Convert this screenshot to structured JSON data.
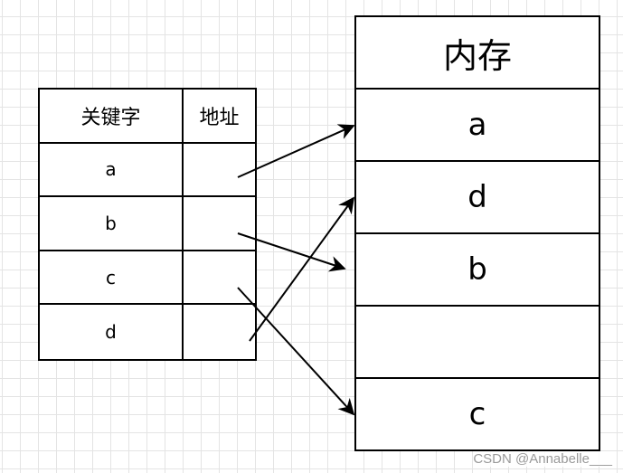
{
  "index_table": {
    "header": {
      "key": "关键字",
      "address": "地址"
    },
    "rows": [
      {
        "key": "a",
        "address": ""
      },
      {
        "key": "b",
        "address": ""
      },
      {
        "key": "c",
        "address": ""
      },
      {
        "key": "d",
        "address": ""
      }
    ]
  },
  "memory": {
    "title": "内存",
    "slots": [
      "a",
      "d",
      "b",
      "",
      "c"
    ]
  },
  "watermark": "CSDN @Annabelle___"
}
